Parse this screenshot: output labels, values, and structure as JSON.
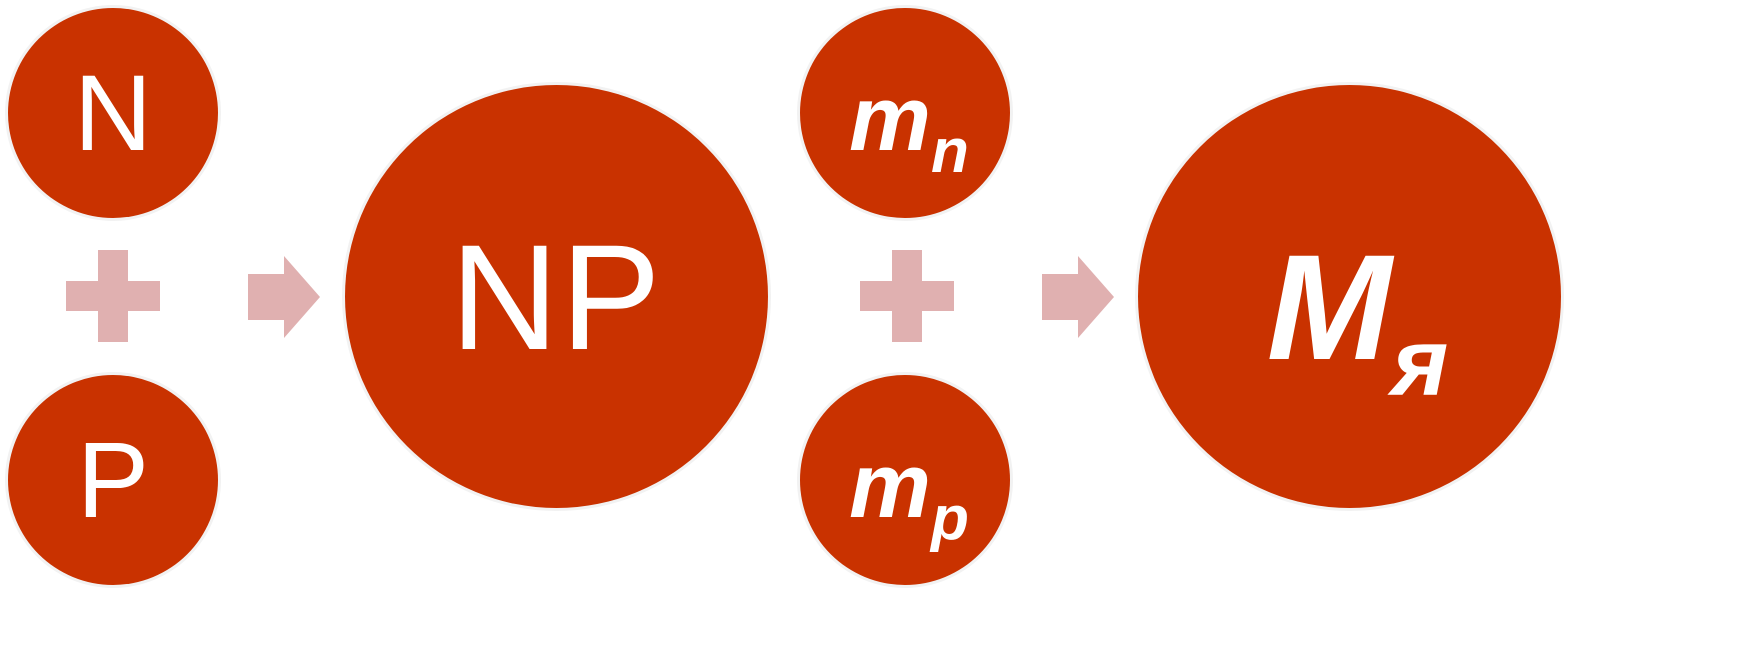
{
  "colors": {
    "accent": "#c93200",
    "operator": "#e0b0b0"
  },
  "nodes": {
    "n": {
      "label": "N"
    },
    "p": {
      "label": "P"
    },
    "np": {
      "label": "NP"
    },
    "mn": {
      "main": "m",
      "sub": "n"
    },
    "mp": {
      "main": "m",
      "sub": "p"
    },
    "mya": {
      "main": "M",
      "sub": "я"
    }
  },
  "operators": {
    "plus_1": "plus-icon",
    "arrow_1": "arrow-right-icon",
    "plus_2": "plus-icon",
    "arrow_2": "arrow-right-icon"
  }
}
